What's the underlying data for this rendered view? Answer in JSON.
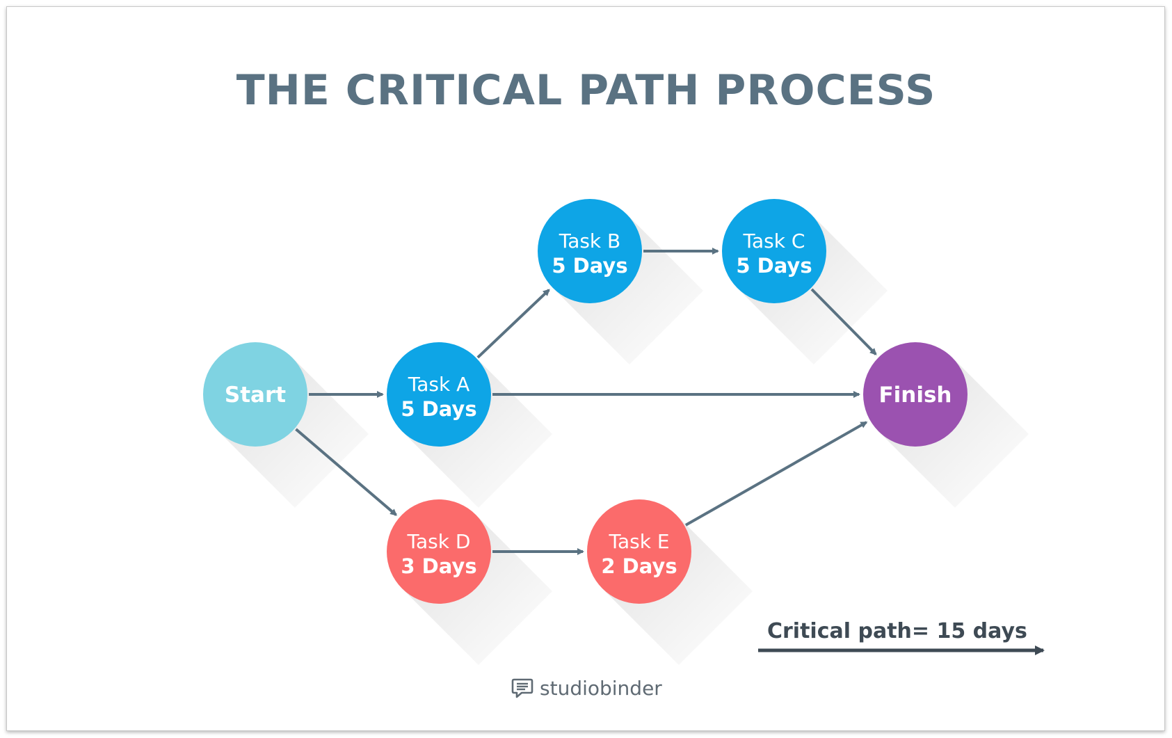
{
  "title": "THE CRITICAL PATH PROCESS",
  "colors": {
    "title": "#5a7282",
    "arrow": "#5a7282",
    "start": "#7fd3e2",
    "start_text": "#9b4fae",
    "task_blue": "#0ea5e6",
    "task_red": "#fb6b6b",
    "finish": "#9b52b0",
    "critical": "#3e4a54",
    "brand": "#5f6a73"
  },
  "nodes": [
    {
      "id": "start",
      "label": "Start"
    },
    {
      "id": "a",
      "label": "Task A",
      "days": "5 Days"
    },
    {
      "id": "b",
      "label": "Task B",
      "days": "5 Days"
    },
    {
      "id": "c",
      "label": "Task C",
      "days": "5 Days"
    },
    {
      "id": "d",
      "label": "Task D",
      "days": "3 Days"
    },
    {
      "id": "e",
      "label": "Task E",
      "days": "2 Days"
    },
    {
      "id": "finish",
      "label": "Finish"
    }
  ],
  "edges": [
    {
      "from": "start",
      "to": "a"
    },
    {
      "from": "start",
      "to": "d"
    },
    {
      "from": "a",
      "to": "b"
    },
    {
      "from": "a",
      "to": "finish"
    },
    {
      "from": "b",
      "to": "c"
    },
    {
      "from": "c",
      "to": "finish"
    },
    {
      "from": "d",
      "to": "e"
    },
    {
      "from": "e",
      "to": "finish"
    }
  ],
  "critical_path": {
    "label": "Critical path= 15 days"
  },
  "brand": {
    "name": "studiobinder",
    "icon": "speech-bubble-icon"
  }
}
